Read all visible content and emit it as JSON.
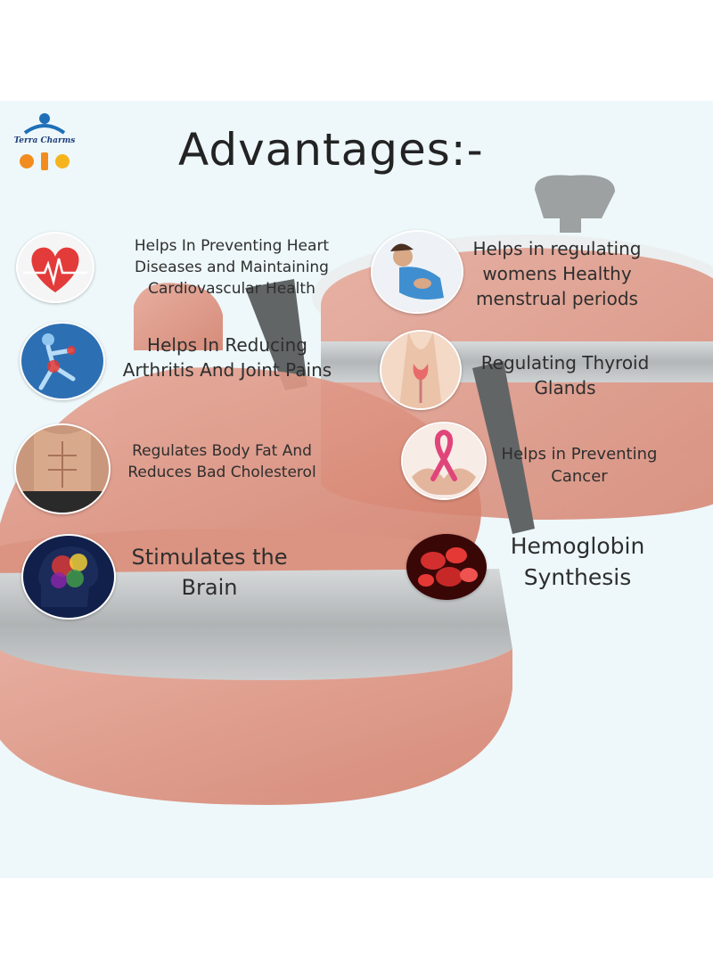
{
  "brand": {
    "logo_text": "Terra Charms",
    "logo_colors": [
      "#1e6fb8",
      "#f28c1e",
      "#f5b41c"
    ]
  },
  "title": "Advantages:-",
  "advantages": [
    {
      "line1": "Helps In Preventing Heart",
      "line2": "Diseases and Maintaining",
      "line3": "Cardiovascular Health",
      "icon": "heart-icon"
    },
    {
      "line1": "Helps In Reducing",
      "line2": "Arthritis And Joint Pains",
      "icon": "joint-pain-icon"
    },
    {
      "line1": "Regulates Body Fat And",
      "line2": "Reduces Bad Cholesterol",
      "icon": "abdomen-icon"
    },
    {
      "line1": "Stimulates the",
      "line2": "Brain",
      "icon": "brain-icon"
    },
    {
      "line1": "Helps in regulating",
      "line2": "womens Healthy",
      "line3": "menstrual periods",
      "icon": "menstrual-pain-icon"
    },
    {
      "line1": "Regulating Thyroid",
      "line2": "Glands",
      "icon": "thyroid-icon"
    },
    {
      "line1": "Helps in Preventing",
      "line2": "Cancer",
      "icon": "cancer-ribbon-icon"
    },
    {
      "line1": "Hemoglobin",
      "line2": "Synthesis",
      "icon": "blood-cells-icon"
    }
  ],
  "colors": {
    "background": "#eef8fb",
    "clay": "#d9826e",
    "steel": "#b9bcbd",
    "text": "#2e2e2e"
  }
}
